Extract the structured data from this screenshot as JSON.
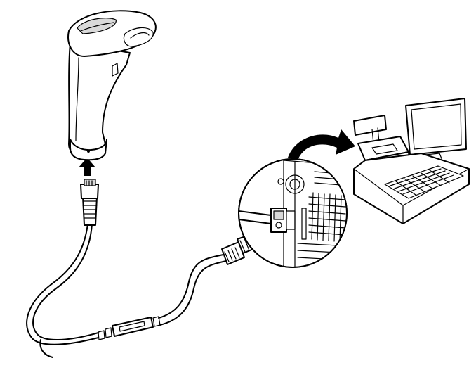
{
  "figure": {
    "kind": "line-art installation illustration",
    "parts": [
      {
        "id": "scanner",
        "name": "handheld-barcode-scanner-icon"
      },
      {
        "id": "cable",
        "name": "interface-cable-icon"
      },
      {
        "id": "pos",
        "name": "pos-terminal-icon"
      },
      {
        "id": "magnifier",
        "name": "magnified-port-inset-icon"
      }
    ],
    "arrows": [
      {
        "name": "insert-into-scanner-arrow-icon"
      },
      {
        "name": "insert-into-port-arrow-icon"
      },
      {
        "name": "curved-arrow-to-terminal-icon"
      }
    ],
    "colors": {
      "line": "#000000",
      "fill": "#ffffff",
      "shade": "#d9d9d9"
    }
  }
}
